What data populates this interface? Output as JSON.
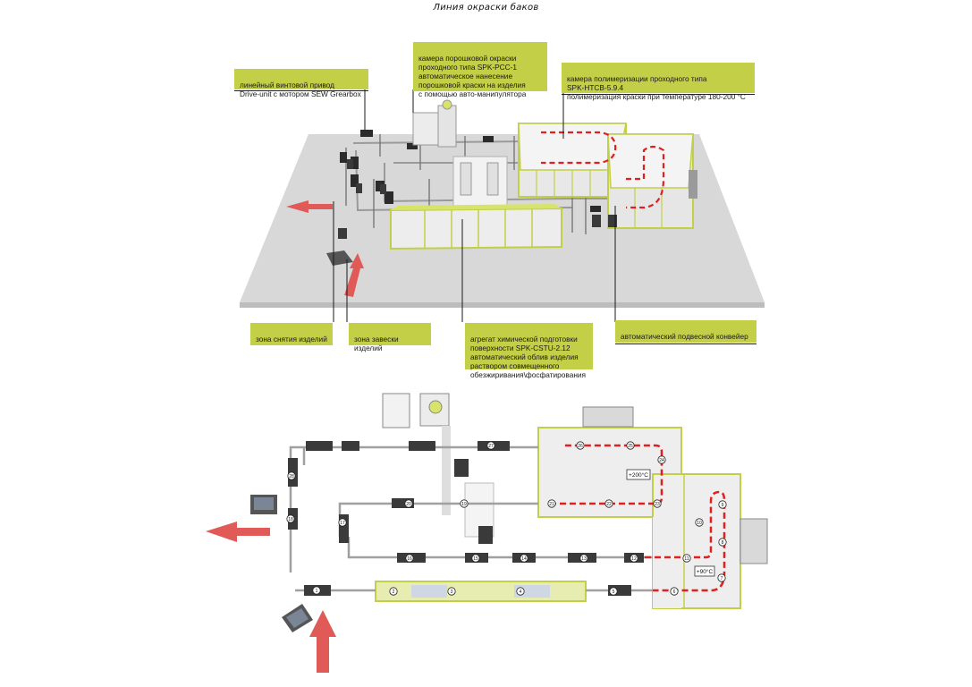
{
  "title": "Линия окраски баков",
  "callouts": {
    "drive": "линейный винтовой привод\nDrive-unit с мотором SEW Grearbox",
    "powder": "камера порошковой окраски\nпроходного типа SPK-PCC-1\nавтоматическое нанесение\nпорошковой краски на изделия\nс помощью авто-манипулятора",
    "polymer": "камера полимеризации проходного типа\nSPK-HTCB-5.9.4\nполимеризация краски при температуре 180-200 °C",
    "unload": "зона снятия изделий",
    "load": "зона завески изделий",
    "chem": "агрегат химической подготовки\nповерхности SPK-CSTU-2.12\nавтоматический облив изделия\nраствором совмещенного\nобезжиривания\\фосфатирования",
    "conveyor": "автоматический подвесной конвейер"
  },
  "plan": {
    "oven_temp_high": "+200°C",
    "oven_temp_low": "+90°C",
    "node_labels": [
      "1",
      "2",
      "3",
      "4",
      "5",
      "6",
      "7",
      "8",
      "9",
      "10",
      "11",
      "12",
      "13",
      "14",
      "15",
      "16",
      "17",
      "18",
      "19",
      "20",
      "21",
      "22",
      "23",
      "24",
      "25",
      "26",
      "27",
      "28"
    ]
  },
  "colors": {
    "accent_green": "#c3cf47",
    "panel_green": "#d8e36a",
    "floor": "#d7d7d7",
    "arrow_red": "#e05a57",
    "path_red": "#e02020",
    "dark": "#2b2b2b"
  }
}
